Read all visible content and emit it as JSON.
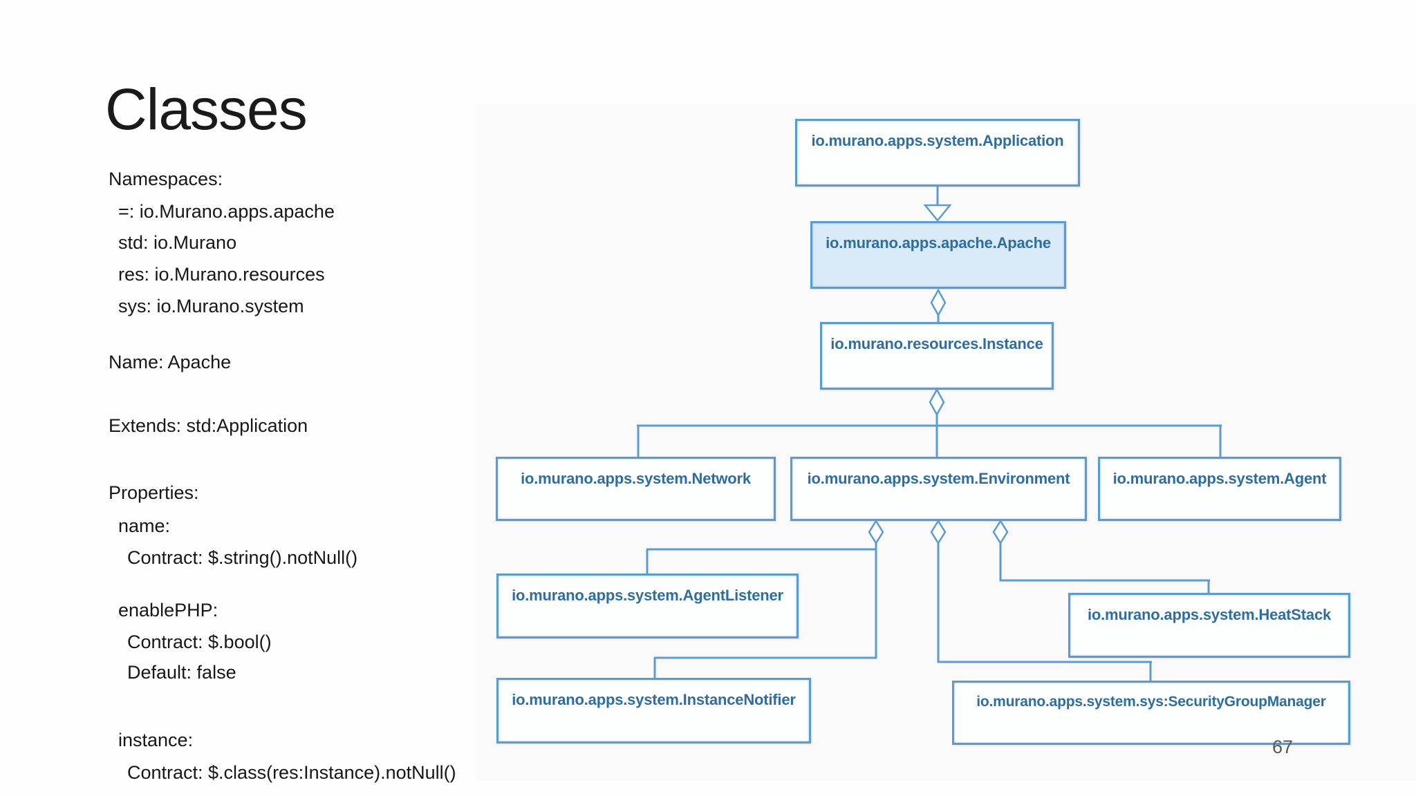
{
  "slide": {
    "title": "Classes",
    "page_number": "67"
  },
  "left_panel": {
    "lines": [
      "Namespaces:",
      "=: io.Murano.apps.apache",
      "std: io.Murano",
      "res: io.Murano.resources",
      "sys: io.Murano.system",
      "Name: Apache",
      "Extends: std:Application",
      "Properties:",
      "name:",
      "Contract: $.string().notNull()",
      "enablePHP:",
      "Contract: $.bool()",
      "Default: false",
      "instance:",
      "Contract: $.class(res:Instance).notNull()"
    ]
  },
  "diagram": {
    "nodes": {
      "application": {
        "label": "io.murano.apps.system.Application",
        "highlighted": false
      },
      "apache": {
        "label": "io.murano.apps.apache.Apache",
        "highlighted": true
      },
      "instance": {
        "label": "io.murano.resources.Instance",
        "highlighted": false
      },
      "network": {
        "label": "io.murano.apps.system.Network",
        "highlighted": false
      },
      "environment": {
        "label": "io.murano.apps.system.Environment",
        "highlighted": false
      },
      "agent": {
        "label": "io.murano.apps.system.Agent",
        "highlighted": false
      },
      "agent_listener": {
        "label": "io.murano.apps.system.AgentListener",
        "highlighted": false
      },
      "heatstack": {
        "label": "io.murano.apps.system.HeatStack",
        "highlighted": false
      },
      "instance_notifier": {
        "label": "io.murano.apps.system.InstanceNotifier",
        "highlighted": false
      },
      "security_group_manager": {
        "label": "io.murano.apps.system.sys:SecurityGroupManager",
        "highlighted": false
      }
    },
    "edges": [
      {
        "from": "application",
        "to": "apache",
        "type": "inheritance"
      },
      {
        "from": "apache",
        "to": "instance",
        "type": "aggregation"
      },
      {
        "from": "instance",
        "to": "network",
        "type": "aggregation"
      },
      {
        "from": "instance",
        "to": "environment",
        "type": "aggregation"
      },
      {
        "from": "instance",
        "to": "agent",
        "type": "aggregation"
      },
      {
        "from": "environment",
        "to": "agent_listener",
        "type": "aggregation"
      },
      {
        "from": "environment",
        "to": "instance_notifier",
        "type": "aggregation"
      },
      {
        "from": "environment",
        "to": "security_group_manager",
        "type": "aggregation"
      },
      {
        "from": "environment",
        "to": "heatstack",
        "type": "aggregation"
      }
    ]
  },
  "colors": {
    "line": "#5b9bd5",
    "box_border": "#5b9bd5",
    "box_text": "#2e6da4",
    "highlight_fill": "#d9ebf9",
    "title_text": "#1a1a1a",
    "body_text": "#171717",
    "page_number": "#595959"
  }
}
